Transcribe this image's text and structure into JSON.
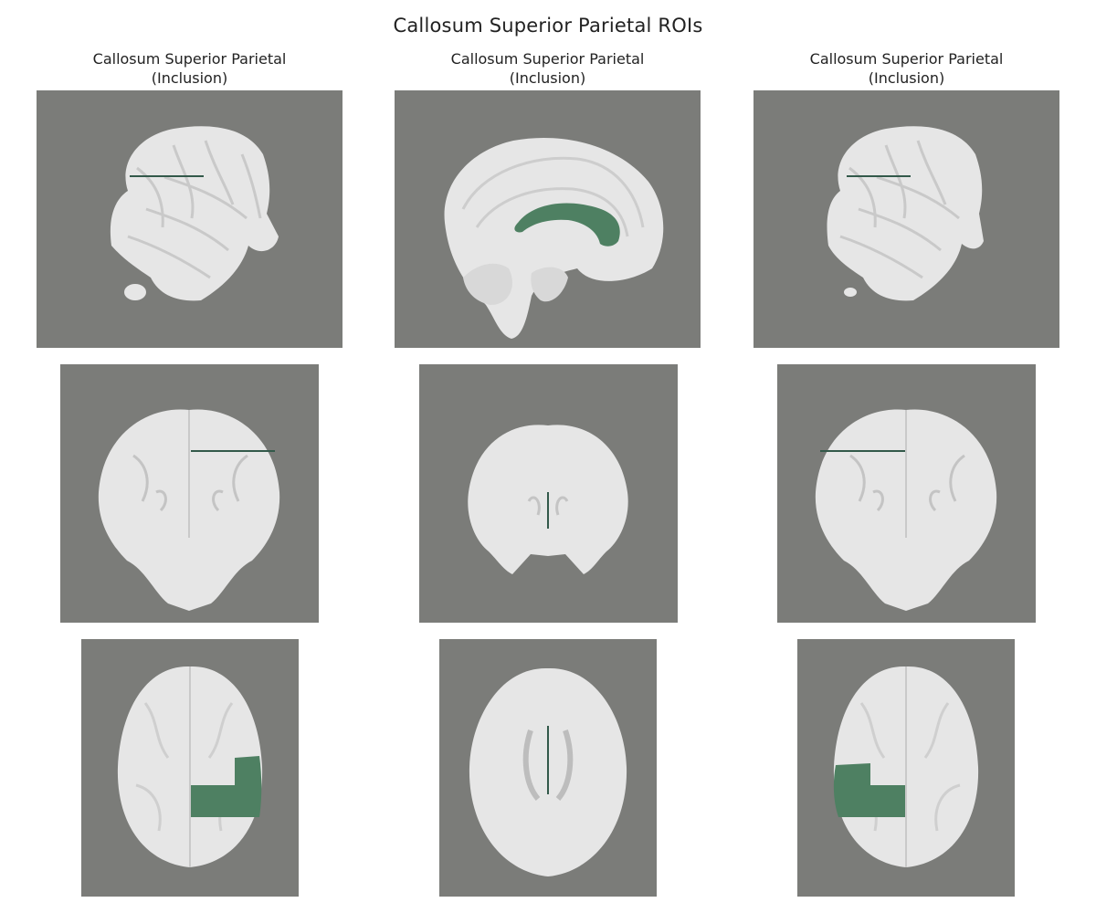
{
  "figure": {
    "title": "Callosum Superior Parietal ROIs",
    "columns": [
      {
        "title_line1": "Callosum Superior Parietal",
        "title_line2": "(Inclusion)"
      },
      {
        "title_line1": "Callosum Superior Parietal",
        "title_line2": "(Inclusion)"
      },
      {
        "title_line1": "Callosum Superior Parietal",
        "title_line2": "(Inclusion)"
      }
    ],
    "rows": [
      "sagittal",
      "coronal",
      "axial"
    ]
  },
  "colors": {
    "background": "#7b7c79",
    "brain_fill": "#e6e6e6",
    "brain_fold": "#c9c9c9",
    "roi_fill": "#4e8062",
    "roi_line": "#33594a"
  },
  "panels": [
    {
      "view": "sagittal",
      "column": 1,
      "roi": "line"
    },
    {
      "view": "sagittal",
      "column": 2,
      "roi": "corpus-callosum"
    },
    {
      "view": "sagittal",
      "column": 3,
      "roi": "line"
    },
    {
      "view": "coronal",
      "column": 1,
      "roi": "line"
    },
    {
      "view": "coronal",
      "column": 2,
      "roi": "midline"
    },
    {
      "view": "coronal",
      "column": 3,
      "roi": "line"
    },
    {
      "view": "axial",
      "column": 1,
      "roi": "right-parietal-region"
    },
    {
      "view": "axial",
      "column": 2,
      "roi": "midline"
    },
    {
      "view": "axial",
      "column": 3,
      "roi": "left-parietal-region"
    }
  ]
}
